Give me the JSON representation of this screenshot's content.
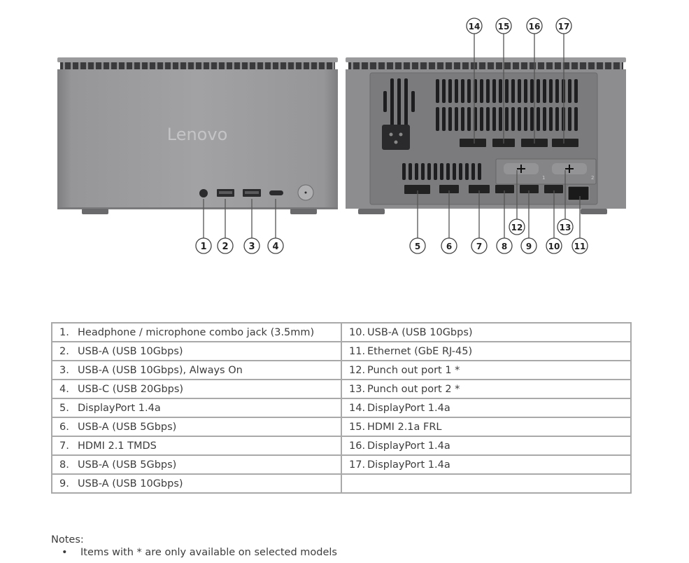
{
  "front_view": {
    "brand_logo": "Lenovo",
    "callouts": [
      "1",
      "2",
      "3",
      "4"
    ]
  },
  "rear_view": {
    "callouts_top": [
      "14",
      "15",
      "16",
      "17"
    ],
    "callouts_bottom": [
      "5",
      "6",
      "7",
      "8",
      "9",
      "10",
      "11"
    ],
    "callouts_mid": [
      "12",
      "13"
    ],
    "punch_out_labels": [
      "1",
      "2"
    ]
  },
  "ports_table": {
    "left_column": [
      {
        "num": "1.",
        "label": "Headphone / microphone combo jack (3.5mm)"
      },
      {
        "num": "2.",
        "label": "USB-A (USB 10Gbps)"
      },
      {
        "num": "3.",
        "label": "USB-A (USB 10Gbps), Always On"
      },
      {
        "num": "4.",
        "label": "USB-C (USB 20Gbps)"
      },
      {
        "num": "5.",
        "label": "DisplayPort 1.4a"
      },
      {
        "num": "6.",
        "label": "USB-A (USB 5Gbps)"
      },
      {
        "num": "7.",
        "label": "HDMI 2.1 TMDS"
      },
      {
        "num": "8.",
        "label": "USB-A (USB 5Gbps)"
      },
      {
        "num": "9.",
        "label": "USB-A (USB 10Gbps)"
      }
    ],
    "right_column": [
      {
        "num": "10.",
        "label": "USB-A (USB 10Gbps)"
      },
      {
        "num": "11.",
        "label": "Ethernet (GbE RJ-45)"
      },
      {
        "num": "12.",
        "label": "Punch out port 1 *"
      },
      {
        "num": "13.",
        "label": "Punch out port 2 *"
      },
      {
        "num": "14.",
        "label": "DisplayPort 1.4a"
      },
      {
        "num": "15.",
        "label": "HDMI 2.1a FRL"
      },
      {
        "num": "16.",
        "label": "DisplayPort 1.4a"
      },
      {
        "num": "17.",
        "label": "DisplayPort 1.4a"
      },
      {
        "num": "",
        "label": ""
      }
    ]
  },
  "notes": {
    "title": "Notes:",
    "bullet": "•",
    "items": [
      "Items with * are only available on selected models"
    ]
  },
  "colors": {
    "body": "#8f8f91",
    "body_dark": "#6e6e70",
    "rear_panel": "#7d7d80",
    "table_border": "#a9a9a9",
    "text": "#3c3c3c"
  }
}
